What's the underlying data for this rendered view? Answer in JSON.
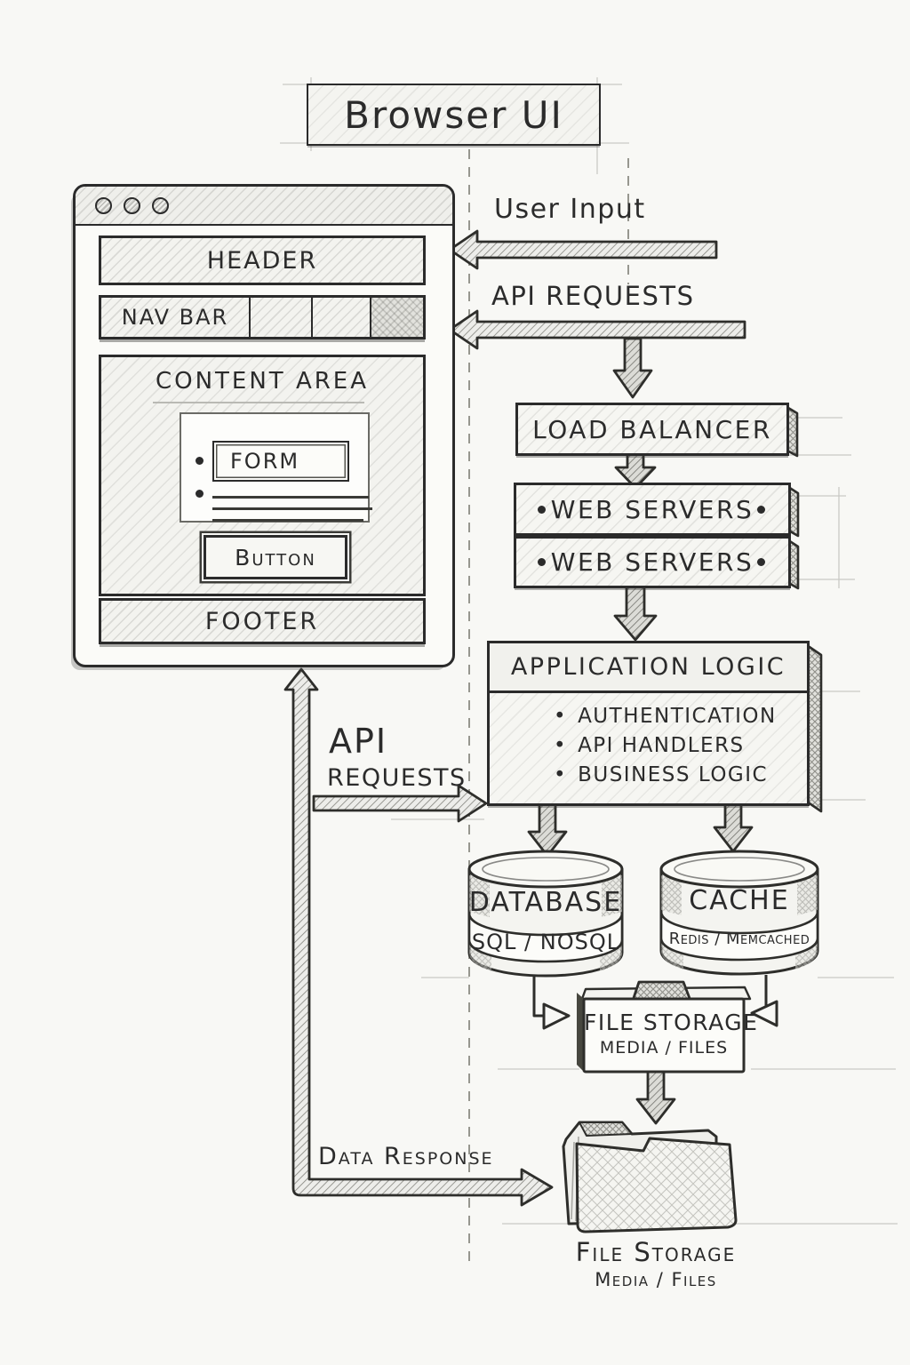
{
  "title": "Browser UI",
  "browser": {
    "header": "HEADER",
    "nav": "NAV BAR",
    "content": "CONTENT AREA",
    "form": "FORM",
    "button": "Button",
    "footer": "FOOTER"
  },
  "flows": {
    "user_input": "User Input",
    "api_requests": "API REQUESTS",
    "api": "API",
    "requests": "REQUESTS",
    "data_response": "Data Response"
  },
  "backend": {
    "load_balancer": "LOAD BALANCER",
    "web_servers_1": "WEB SERVERS",
    "web_servers_2": "WEB SERVERS",
    "app_logic": {
      "title": "APPLICATION LOGIC",
      "items": [
        "AUTHENTICATION",
        "API HANDLERS",
        "BUSINESS LOGIC"
      ]
    },
    "database": {
      "title": "DATABASE",
      "subtitle": "SQL / NOSQL"
    },
    "cache": {
      "title": "CACHE",
      "subtitle": "Redis / Memcached"
    },
    "file_storage": {
      "title": "FILE STORAGE",
      "subtitle": "MEDIA / FILES"
    },
    "file_storage_icon": {
      "title": "File Storage",
      "subtitle": "Media / Files"
    }
  },
  "colors": {
    "ink": "#2b2b2b",
    "paper": "#f8f8f5",
    "faint": "#c9c9c5"
  }
}
